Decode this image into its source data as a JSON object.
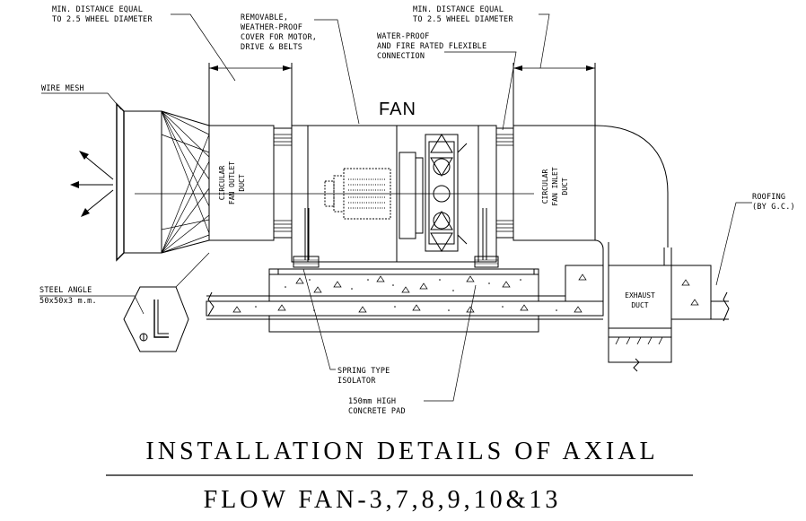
{
  "labels": {
    "min_distance_outlet": [
      "MIN. DISTANCE EQUAL",
      "TO 2.5 WHEEL DIAMETER"
    ],
    "removable_cover": [
      "REMOVABLE,",
      "WEATHER-PROOF",
      "COVER FOR MOTOR,",
      "DRIVE & BELTS"
    ],
    "min_distance_inlet": [
      "MIN. DISTANCE EQUAL",
      "TO 2.5 WHEEL DIAMETER"
    ],
    "flexible_connection": [
      "WATER-PROOF",
      "AND FIRE RATED FLEXIBLE",
      "CONNECTION"
    ],
    "wire_mesh": "WIRE MESH",
    "fan": "FAN",
    "outlet_duct": [
      "CIRCULAR",
      "FAN OUTLET",
      "DUCT"
    ],
    "inlet_duct": [
      "CIRCULAR",
      "FAN INLET",
      "DUCT"
    ],
    "roofing": [
      "ROOFING",
      "(BY G.C.)"
    ],
    "exhaust_duct": [
      "EXHAUST",
      "DUCT"
    ],
    "steel_angle": [
      "STEEL ANGLE",
      "50x50x3  m.m."
    ],
    "spring_isolator": [
      "SPRING TYPE",
      "ISOLATOR"
    ],
    "concrete_pad": [
      "150mm HIGH",
      "CONCRETE PAD"
    ]
  },
  "title": {
    "line1": "INSTALLATION DETAILS  OF AXIAL",
    "line2": "FLOW FAN-3,7,8,9,10&13"
  }
}
